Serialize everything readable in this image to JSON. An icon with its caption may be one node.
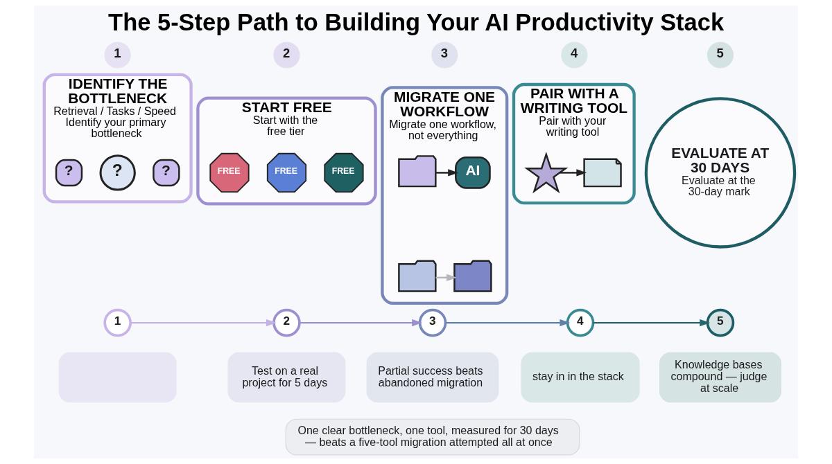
{
  "diagram": {
    "title": "The 5-Step Path to Building Your AI Productivity Stack",
    "nodes": [
      {
        "text": [
          "1"
        ]
      },
      {
        "text": [
          "IDENTIFY THE BOTTLENECK",
          "Retrieval / Tasks / Speed",
          "Identify your primary bottleneck"
        ]
      },
      {
        "text": [
          "?"
        ],
        "in": 1
      },
      {
        "text": [
          "?"
        ],
        "in": 1
      },
      {
        "text": [
          "?"
        ],
        "in": 1
      },
      {
        "text": [
          "1"
        ]
      },
      {
        "text": [],
        "shape": "box"
      },
      {
        "text": [
          "2"
        ]
      },
      {
        "text": [
          "START FREE",
          "Start with the free tier"
        ]
      },
      {
        "text": [
          "FREE"
        ],
        "in": 8
      },
      {
        "text": [
          "FREE"
        ],
        "in": 8
      },
      {
        "text": [
          "FREE"
        ],
        "in": 8
      },
      {
        "text": [
          "2"
        ]
      },
      {
        "text": [
          "Test on a real project for 5 days"
        ]
      },
      {
        "text": [
          "3"
        ]
      },
      {
        "text": [
          "MIGRATE ONE WORKFLOW",
          "Migrate one workflow, not everything"
        ]
      },
      {
        "text": [],
        "shape": "folder",
        "in": 15
      },
      {
        "text": [
          "AI"
        ],
        "in": 15
      },
      {
        "text": [],
        "shape": "folder",
        "in": 15
      },
      {
        "text": [],
        "shape": "folder",
        "in": 15
      },
      {
        "text": [
          "3"
        ]
      },
      {
        "text": [
          "Partial success beats abandoned migration"
        ]
      },
      {
        "text": [
          "4"
        ]
      },
      {
        "text": [
          "PAIR WITH A WRITING TOOL",
          "Pair with your writing tool"
        ]
      },
      {
        "text": [],
        "shape": "picture",
        "in": 23
      },
      {
        "text": [],
        "shape": "picture",
        "in": 23
      },
      {
        "text": [
          "4"
        ]
      },
      {
        "text": [
          "stay in in the stack"
        ]
      },
      {
        "text": [
          "5"
        ]
      },
      {
        "text": [
          "EVALUATE AT 30 DAYS",
          "Evaluate at the 30-day mark"
        ]
      },
      {
        "text": [
          "5"
        ]
      },
      {
        "text": [
          "Knowledge bases compound — judge at scale"
        ]
      },
      {
        "text": [
          "One clear bottleneck, one tool, measured for 30 days — beats a five-tool migration attempted all at once"
        ]
      }
    ],
    "edges": [
      {
        "from": 5,
        "to": 12,
        "arrow": "to",
        "color": "#c4b2e6"
      },
      {
        "from": 12,
        "to": 20,
        "arrow": "to",
        "color": "#9a8fcf"
      },
      {
        "from": 20,
        "to": 26,
        "arrow": "to",
        "color": "#5f83a8"
      },
      {
        "from": 26,
        "to": 30,
        "arrow": "to",
        "color": "#27666d"
      },
      {
        "from": 16,
        "to": 17,
        "arrow": "to"
      },
      {
        "from": 18,
        "to": 19,
        "arrow": "to",
        "color": "#b5b5bd"
      },
      {
        "from": 24,
        "to": 25,
        "arrow": "to"
      }
    ]
  }
}
